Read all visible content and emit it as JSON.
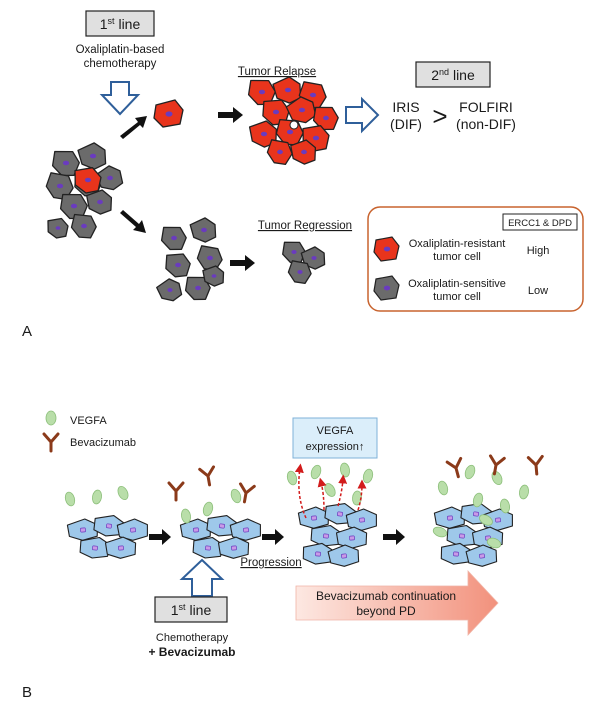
{
  "panel_a": {
    "label": "A",
    "first_line_box": {
      "text": "1",
      "sup": "st",
      "rest": " line"
    },
    "chemo_line1": "Oxaliplatin-based",
    "chemo_line2": "chemotherapy",
    "tumor_relapse": "Tumor Relapse",
    "second_line_box": {
      "text": "2",
      "sup": "nd",
      "rest": " line"
    },
    "iris": "IRIS",
    "iris_sub": "(DIF)",
    "greater_than": ">",
    "folfiri": "FOLFIRI",
    "folfiri_sub": "(non-DIF)",
    "tumor_regression": "Tumor Regression",
    "legend": {
      "header": "ERCC1 & DPD",
      "resistant_line1": "Oxaliplatin-resistant",
      "resistant_line2": "tumor cell",
      "resistant_level": "High",
      "sensitive_line1": "Oxaliplatin-sensitive",
      "sensitive_line2": "tumor cell",
      "sensitive_level": "Low"
    },
    "colors": {
      "resistant": "#e8341c",
      "sensitive": "#6b6b6b",
      "nucleus": "#6a3bbf",
      "legend_border": "#c8632e",
      "arrow_outline": "#2f5f9a"
    }
  },
  "panel_b": {
    "label": "B",
    "legend_vegfa": "VEGFA",
    "legend_bevacizumab": "Bevacizumab",
    "vegfa_box_line1": "VEGFA",
    "vegfa_box_line2": "expression↑",
    "progression": "Progression",
    "first_line_box": {
      "text": "1",
      "sup": "st",
      "rest": " line"
    },
    "chemotherapy": "Chemotherapy",
    "plus_bevacizumab": "+ Bevacizumab",
    "continuation_line1": "Bevacizumab continuation",
    "continuation_line2": "beyond PD",
    "colors": {
      "cell": "#9ec8ea",
      "vegfa": "#b9dea9",
      "antibody": "#8b3a1a",
      "red_arrow": "#d21b1b",
      "box_fill": "#dbeefa"
    }
  }
}
